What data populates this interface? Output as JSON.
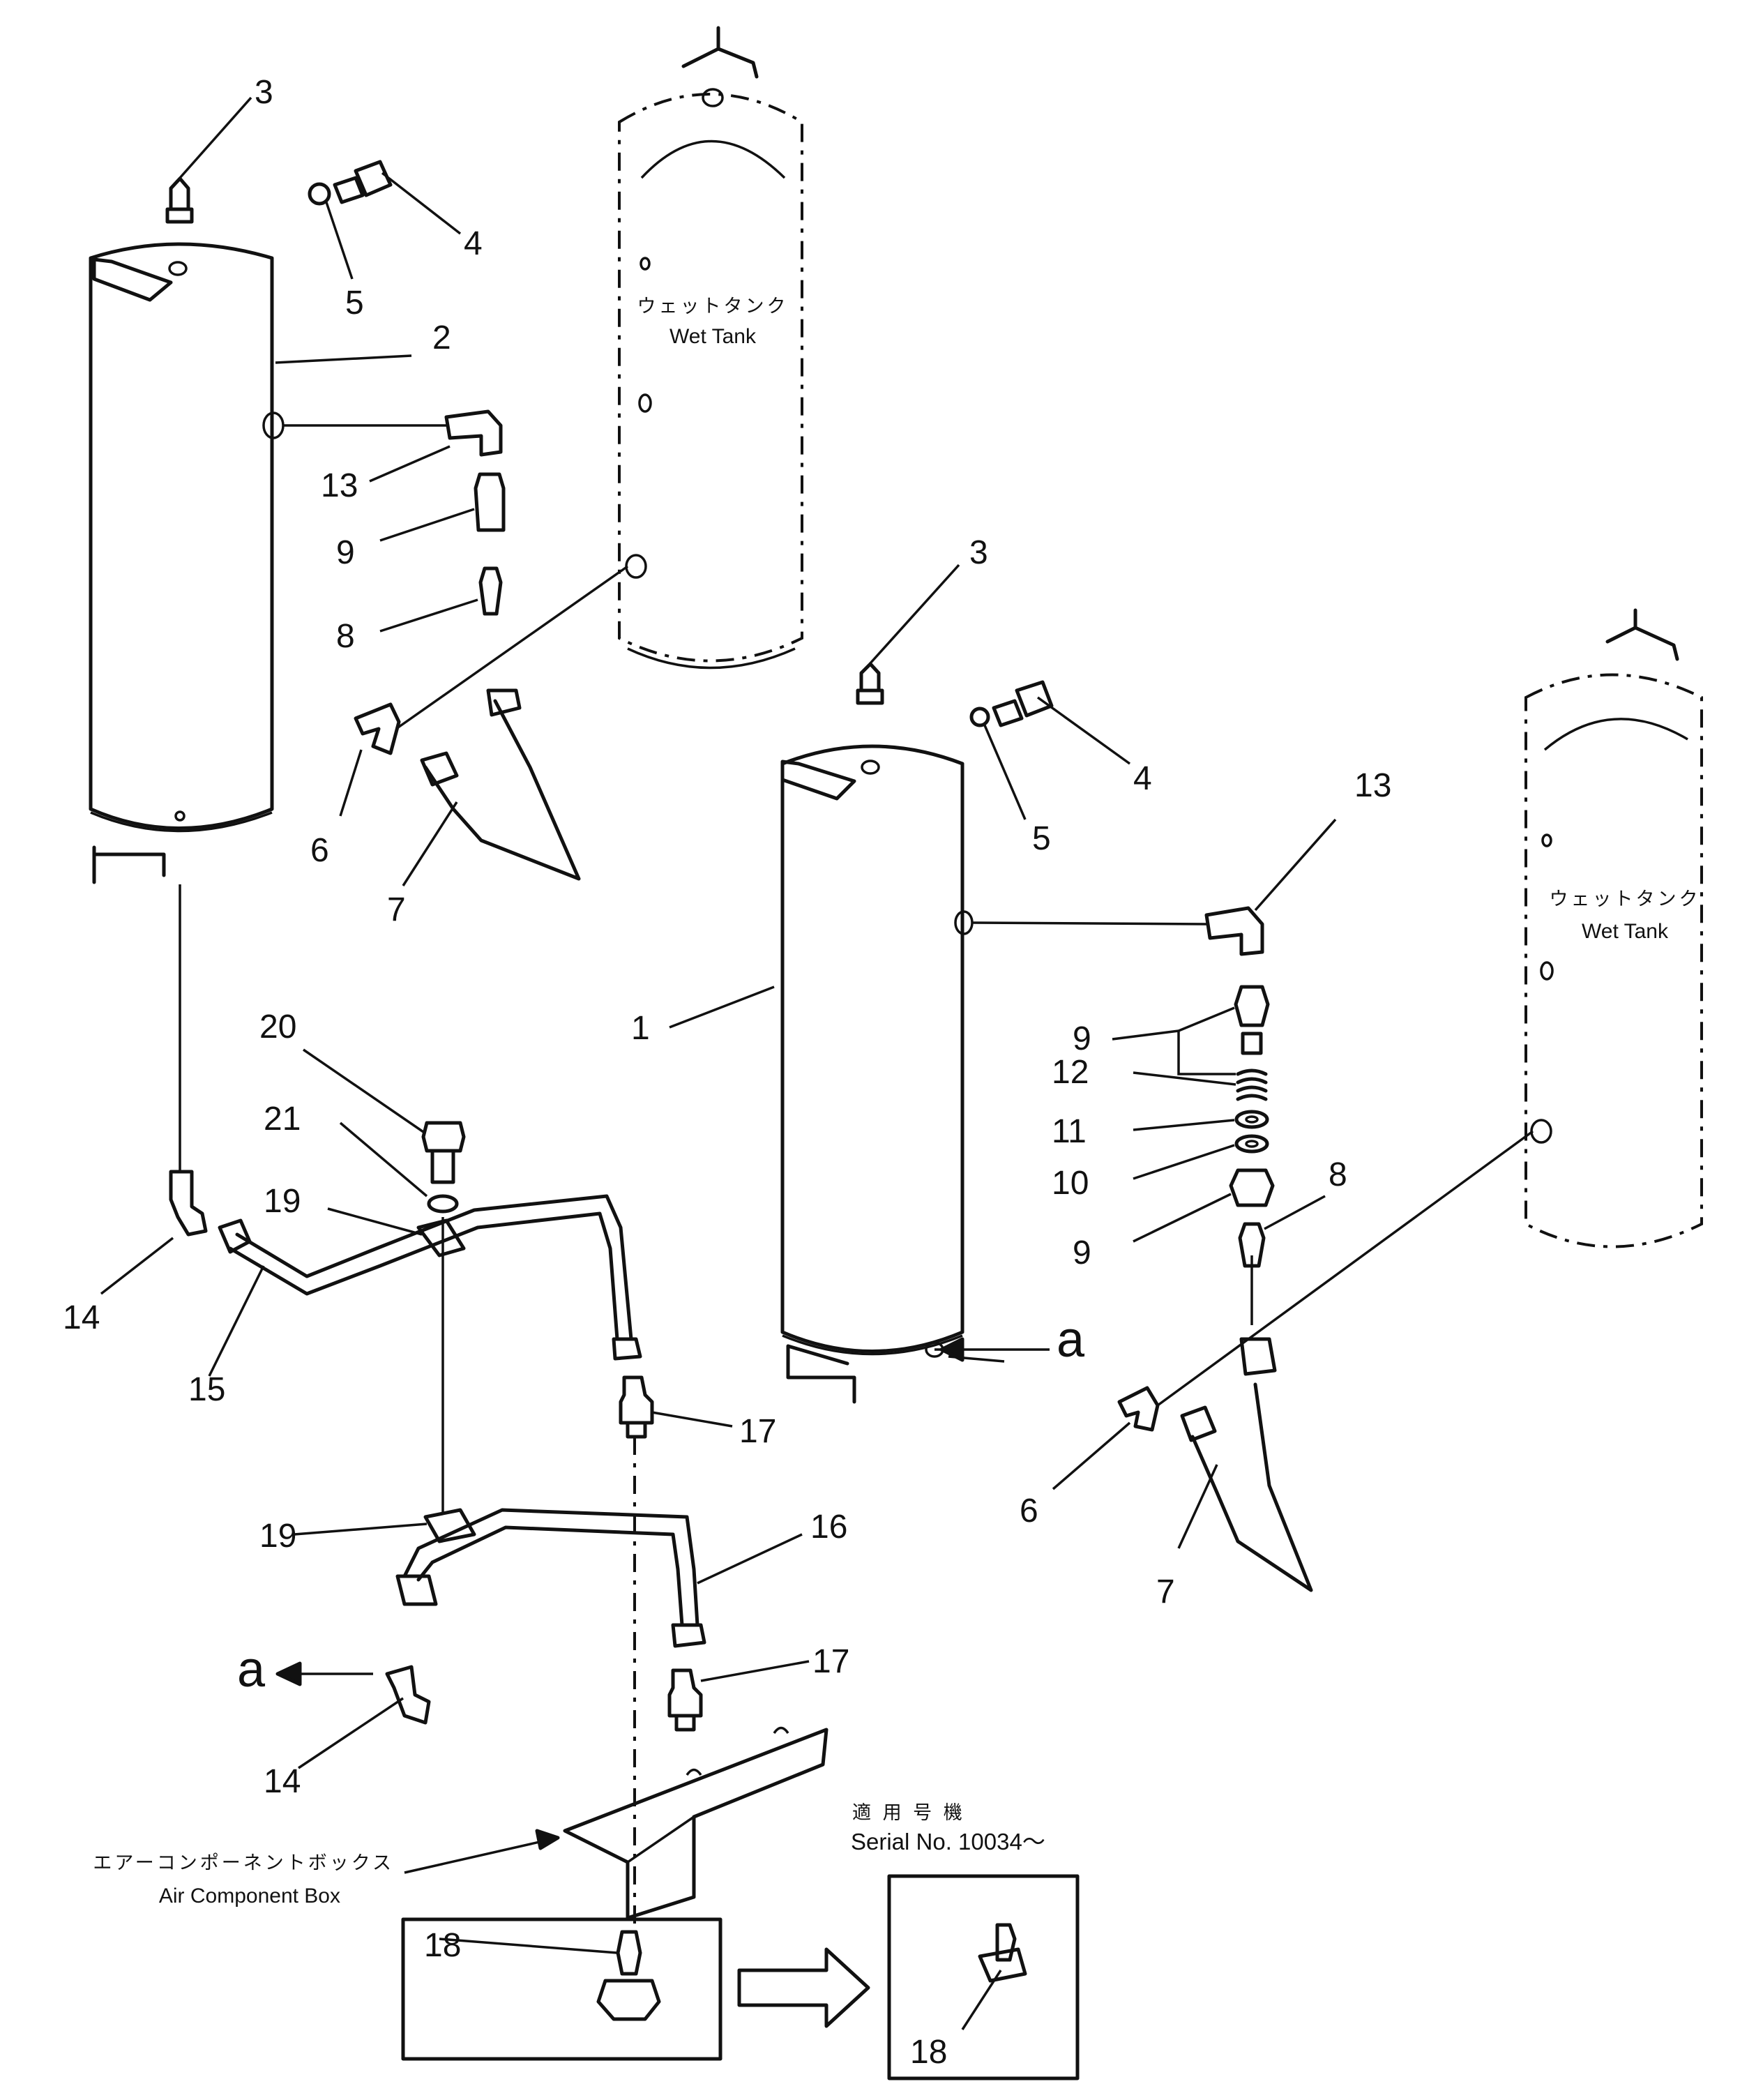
{
  "tank_labels": {
    "jp": "ウェットタンク",
    "en": "Wet Tank"
  },
  "air_box": {
    "jp": "エアーコンポーネントボックス",
    "en": "Air Component Box"
  },
  "serial_note": {
    "jp": "適 用 号 機",
    "en": "Serial No. 10034～"
  },
  "connector_letter": "a",
  "callouts": {
    "c3a": "3",
    "c4a": "4",
    "c5a": "5",
    "c2": "2",
    "c13a": "13",
    "c9a": "9",
    "c8a": "8",
    "c6a": "6",
    "c7a": "7",
    "c3b": "3",
    "c4b": "4",
    "c5b": "5",
    "c13b": "13",
    "c1": "1",
    "c9b": "9",
    "c12": "12",
    "c11": "11",
    "c10": "10",
    "c9c": "9",
    "c8b": "8",
    "c6b": "6",
    "c7b": "7",
    "c20": "20",
    "c21": "21",
    "c19a": "19",
    "c14a": "14",
    "c15": "15",
    "c17a": "17",
    "c19b": "19",
    "c16": "16",
    "c17b": "17",
    "c14b": "14",
    "c18a": "18",
    "c18b": "18"
  },
  "colors": {
    "ink": "#111111",
    "paper": "#ffffff"
  }
}
